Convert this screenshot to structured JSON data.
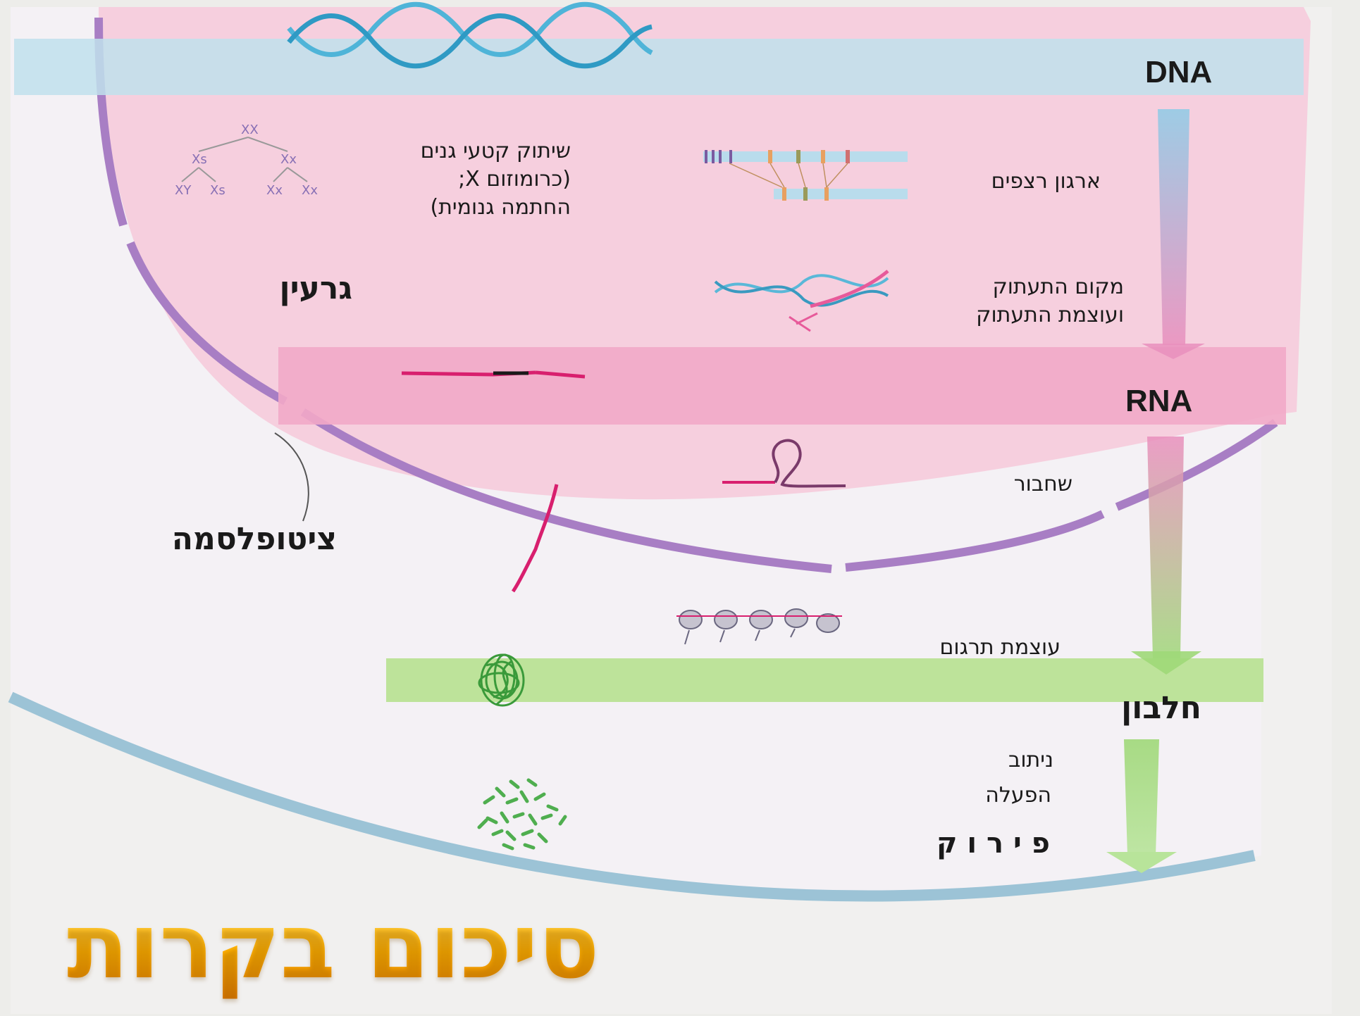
{
  "stages": {
    "dna": "DNA",
    "rna": "RNA",
    "protein": "חלבון"
  },
  "regions": {
    "nucleus": "גרעין",
    "cytoplasm": "ציטופלסמה"
  },
  "controls": {
    "silencing_line1": "שיתוק קטעי גנים",
    "silencing_line2": "(כרומוזום X;",
    "silencing_line3": "החתמה גנומית)",
    "sequence_organization": "ארגון רצפים",
    "transcription_line1": "מקום התעתוק",
    "transcription_line2": "ועוצמת התעתוק",
    "splicing": "שחבור",
    "translation": "עוצמת תרגום",
    "routing": "ניתוב",
    "activation": "הפעלה",
    "degradation": "פ י ר ו ק"
  },
  "title": "סיכום בקרות",
  "colors": {
    "nucleus_fill": "#f6cfde",
    "nuclear_membrane": "#a87ec4",
    "cell_membrane": "#9cc3d6",
    "dna_band": "#bfe0ec",
    "rna_band": "#f2a9c8",
    "protein_band": "#bde39a",
    "arrow_blue": "#8ecbe6",
    "arrow_pink": "#e98fbd",
    "arrow_green": "#9fd878",
    "title_gold": "#ffb000"
  }
}
